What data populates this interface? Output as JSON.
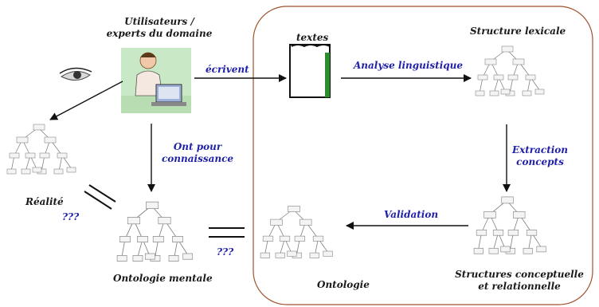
{
  "nodes": {
    "users": "Utilisateurs /\nexperts du domaine",
    "textes": "textes",
    "structure_lexicale": "Structure lexicale",
    "realite": "Réalité",
    "ontologie_mentale": "Ontologie mentale",
    "ontologie": "Ontologie",
    "structures_conceptuelle": "Structures conceptuelle\net relationnelle"
  },
  "edges": {
    "ecrivent": "écrivent",
    "analyse": "Analyse linguistique",
    "ont_pour": "Ont pour\nconnaissance",
    "extraction": "Extraction\nconcepts",
    "validation": "Validation",
    "unknown_left": "???",
    "unknown_right": "???"
  },
  "colors": {
    "edge_label": "#1f1fa8",
    "node_label": "#1a1a1a",
    "frame": "#a0522d"
  }
}
